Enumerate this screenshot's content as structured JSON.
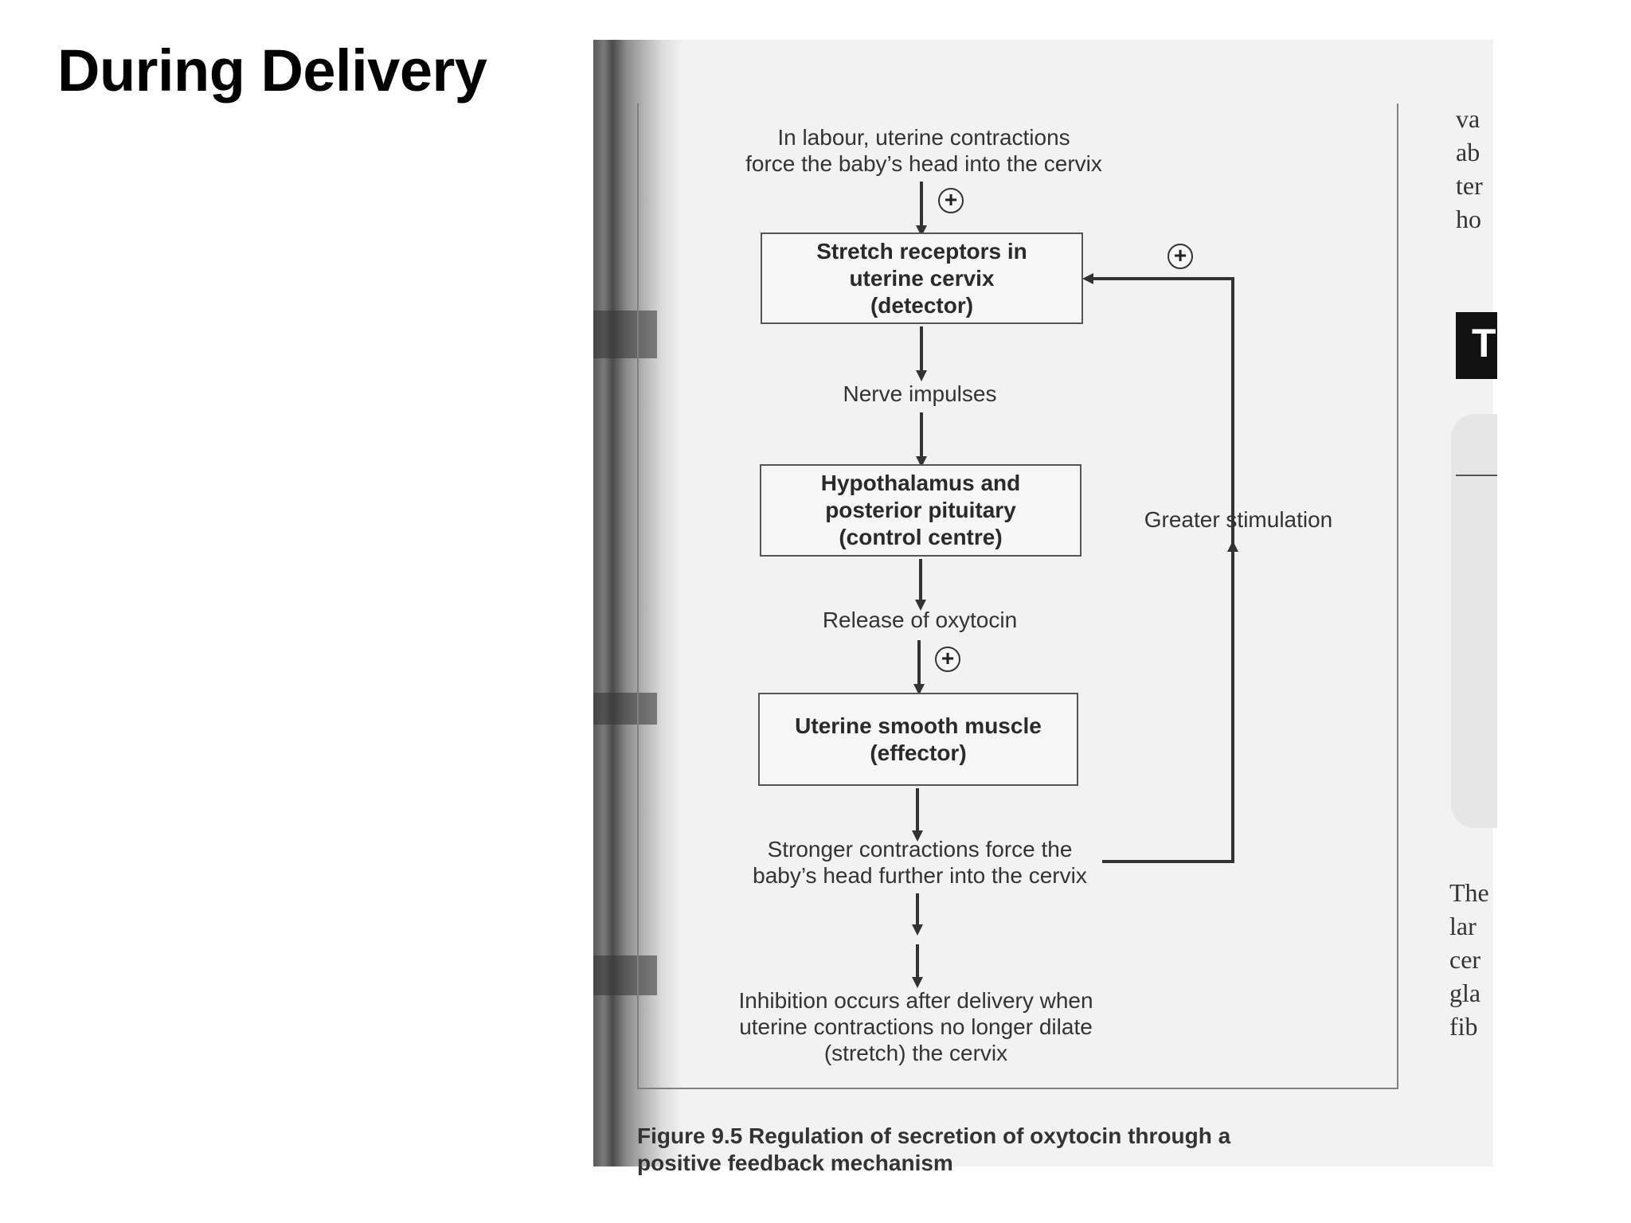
{
  "slide": {
    "title": "During Delivery"
  },
  "diagram": {
    "start_text": "In labour, uterine contractions\nforce the baby’s head into the cervix",
    "detector": "Stretch receptors in\nuterine cervix\n(detector)",
    "signal": "Nerve impulses",
    "control_centre": "Hypothalamus and\nposterior pituitary\n(control centre)",
    "hormone_release": "Release of oxytocin",
    "effector": "Uterine smooth muscle\n(effector)",
    "response": "Stronger contractions force the\nbaby’s head further into the cervix",
    "feedback_label": "Greater stimulation",
    "inhibition": "Inhibition occurs after delivery when\nuterine contractions no longer dilate\n(stretch) the cervix",
    "plus_sign": "+",
    "caption": "Figure 9.5  Regulation of secretion of oxytocin through a\npositive feedback mechanism"
  },
  "page_edge": {
    "top_fragments": [
      "va",
      "ab",
      "ter",
      "ho"
    ],
    "dark_box_glyph": "T",
    "bottom_fragments": [
      "The",
      "lar",
      "cer",
      "gla",
      "fib"
    ]
  },
  "colors": {
    "ink": "#2a2a2a",
    "paper": "#f2f2f2",
    "title": "#000000"
  }
}
